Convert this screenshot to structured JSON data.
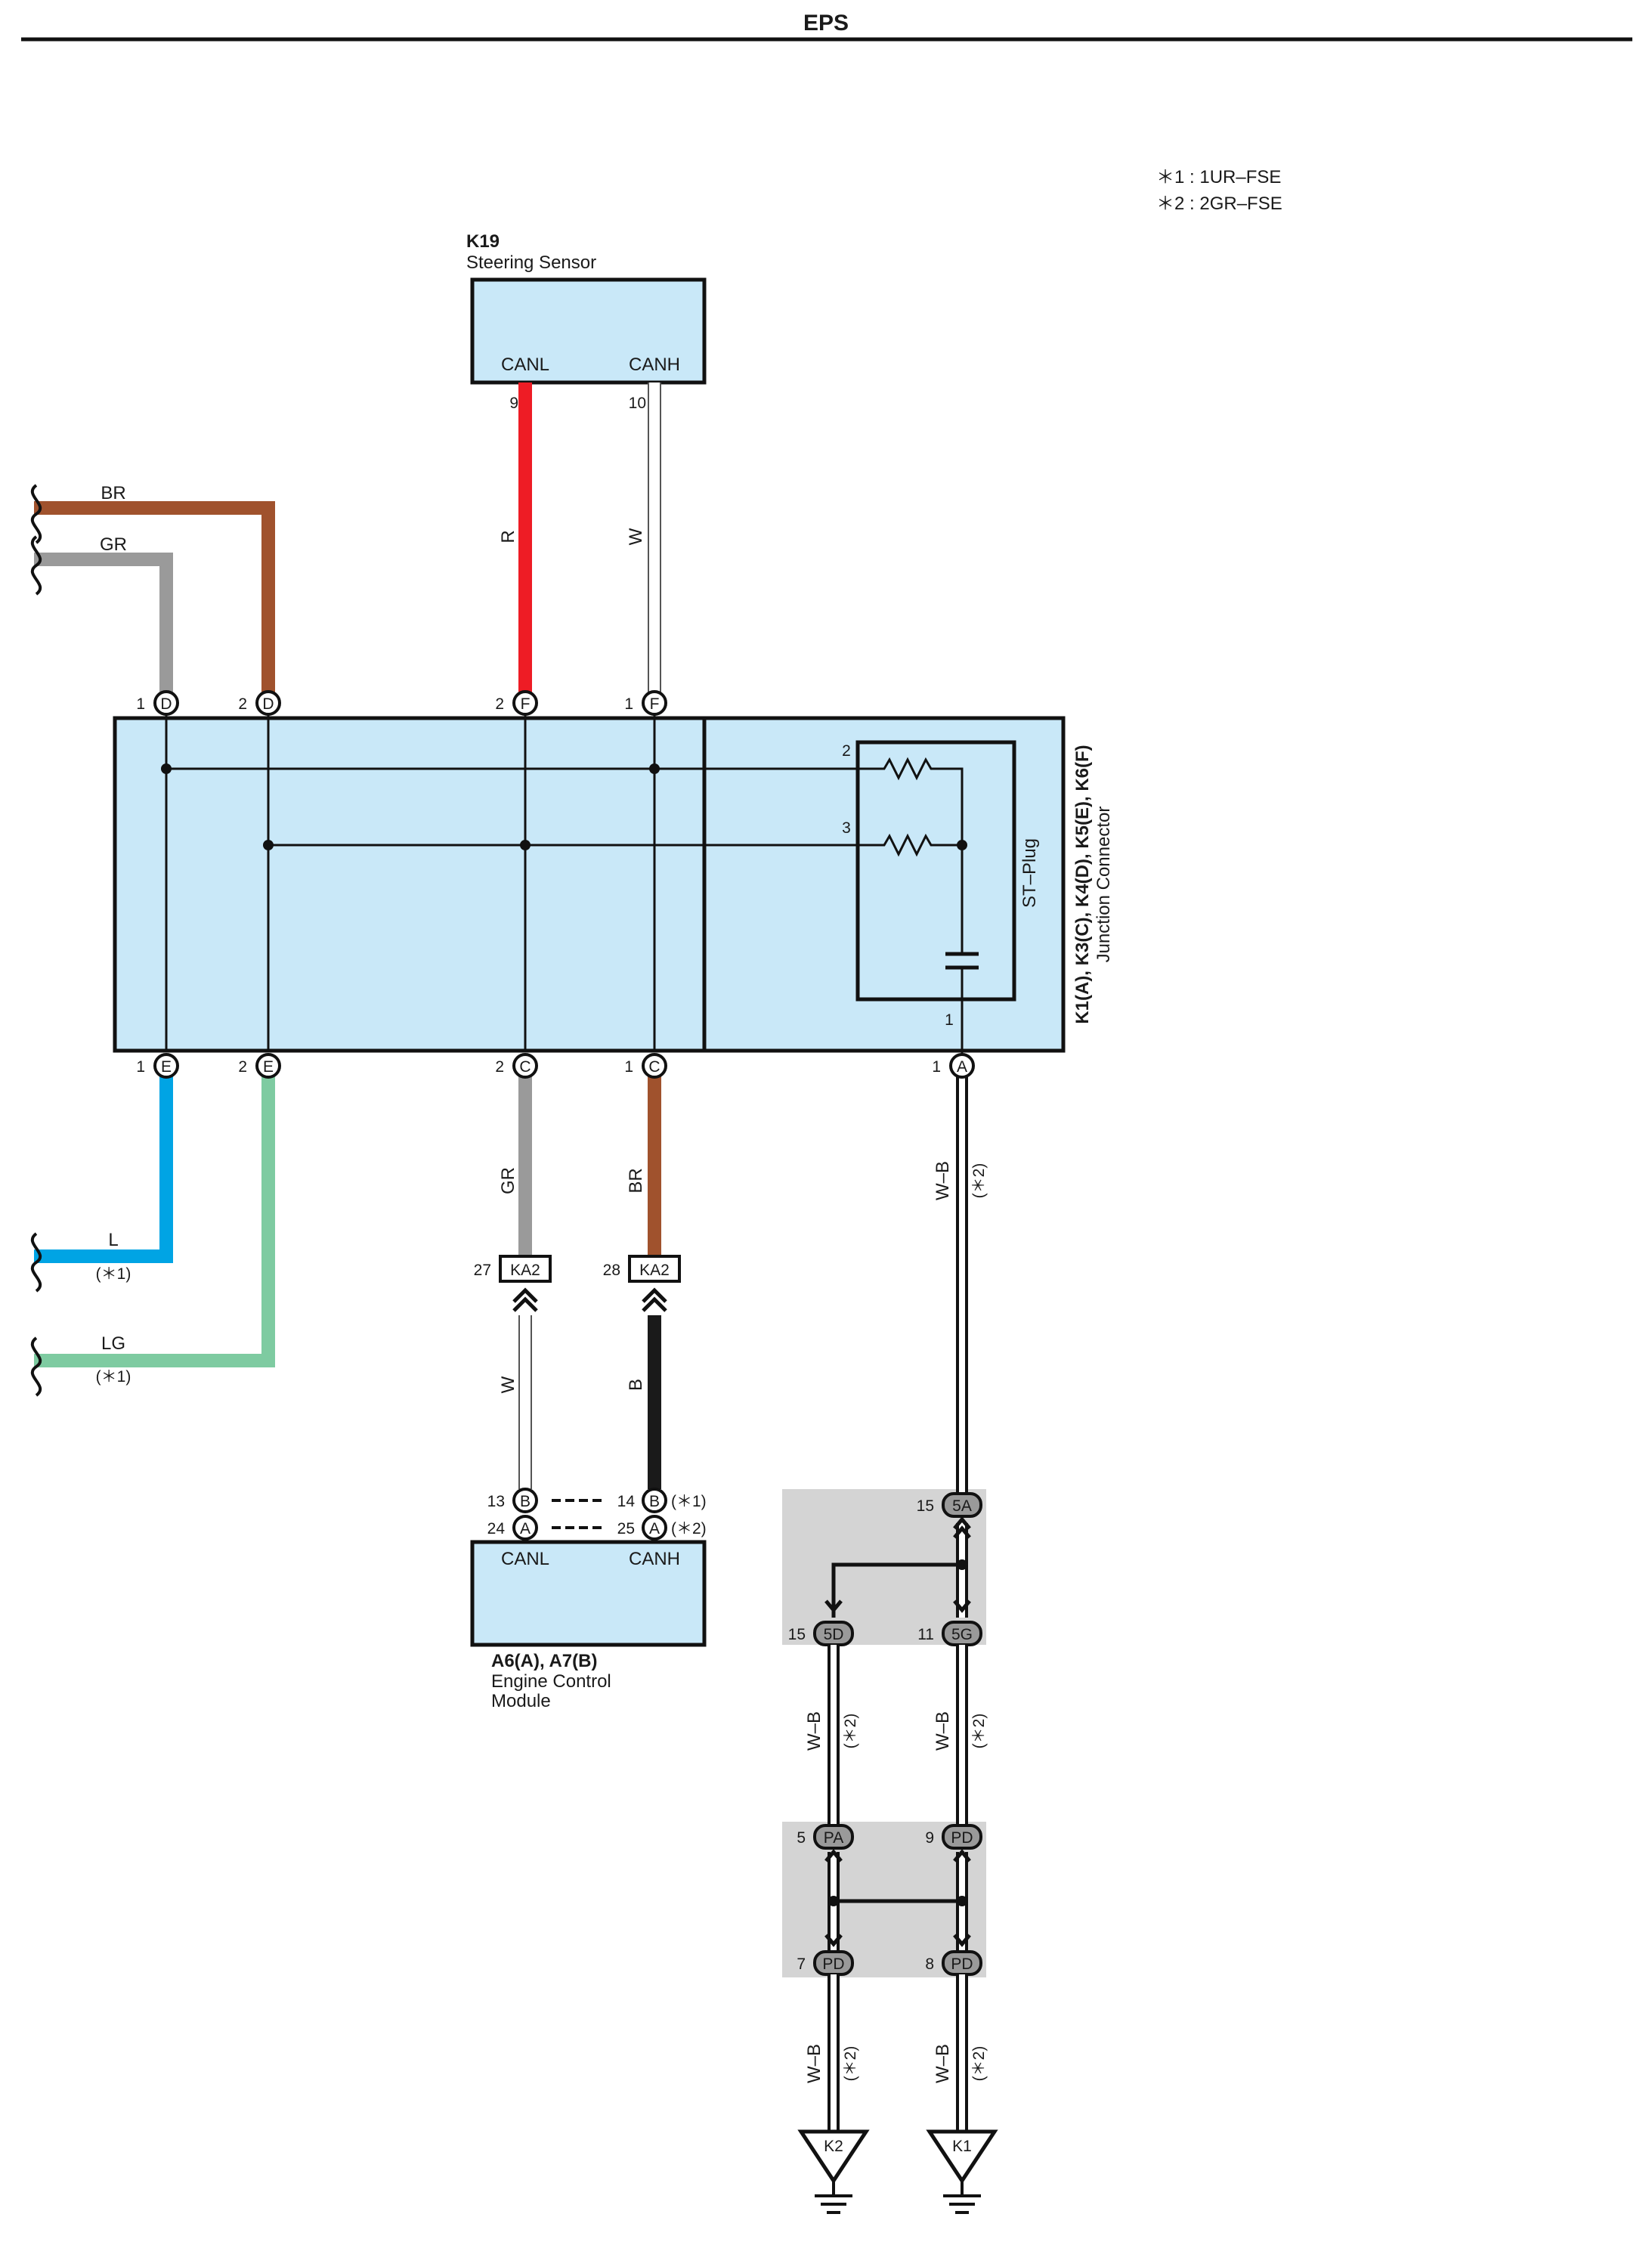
{
  "title": "EPS",
  "legend": [
    "＊1 : 1UR–FSE",
    "＊2 : 2GR–FSE"
  ],
  "colors": {
    "BR": "#a0522d",
    "GR": "#9a9a9a",
    "R": "#ee1c25",
    "W": "#ffffff",
    "L": "#00a4e4",
    "LG": "#7ecba1",
    "B": "#1a1a1a",
    "box_fill": "#c9e8f8",
    "shade": "#d4d4d4"
  },
  "steering_sensor": {
    "code": "K19",
    "name": "Steering Sensor",
    "canl_label": "CANL",
    "canh_label": "CANH",
    "canl_pin": "9",
    "canh_pin": "10",
    "canl_wire": "R",
    "canh_wire": "W"
  },
  "junction_connector": {
    "codes": "K1(A), K3(C), K4(D), K5(E), K6(F)",
    "name": "Junction Connector",
    "st_plug": "ST–Plug",
    "plug_pins": [
      "2",
      "3",
      "1"
    ],
    "top_pins": [
      {
        "num": "1",
        "letter": "D"
      },
      {
        "num": "2",
        "letter": "D"
      },
      {
        "num": "2",
        "letter": "F"
      },
      {
        "num": "1",
        "letter": "F"
      }
    ],
    "bottom_pins": [
      {
        "num": "1",
        "letter": "E"
      },
      {
        "num": "2",
        "letter": "E"
      },
      {
        "num": "2",
        "letter": "C"
      },
      {
        "num": "1",
        "letter": "C"
      },
      {
        "num": "1",
        "letter": "A"
      }
    ]
  },
  "left_wires": [
    {
      "color": "BR",
      "note": ""
    },
    {
      "color": "GR",
      "note": ""
    },
    {
      "color": "L",
      "note": "(＊1)"
    },
    {
      "color": "LG",
      "note": "(＊1)"
    }
  ],
  "can_wires": {
    "canl_upper": "GR",
    "canh_upper": "BR",
    "canl_lower": "W",
    "canh_lower": "B"
  },
  "ka2": [
    {
      "pin": "27",
      "code": "KA2"
    },
    {
      "pin": "28",
      "code": "KA2"
    }
  ],
  "ecm": {
    "codes": "A6(A), A7(B)",
    "name_line1": "Engine Control",
    "name_line2": "Module",
    "canl_label": "CANL",
    "canh_label": "CANH",
    "row1": {
      "left_pin": "13",
      "left_letter": "B",
      "right_pin": "14",
      "right_letter": "B",
      "note": "(＊1)"
    },
    "row2": {
      "left_pin": "24",
      "left_letter": "A",
      "right_pin": "25",
      "right_letter": "A",
      "note": "(＊2)"
    }
  },
  "ground_wire": {
    "color": "W–B",
    "note": "(＊2)"
  },
  "ground_connectors": {
    "c5a": {
      "pin": "15",
      "code": "5A"
    },
    "c5d": {
      "pin": "15",
      "code": "5D"
    },
    "c5g": {
      "pin": "11",
      "code": "5G"
    },
    "cpa": {
      "pin": "5",
      "code": "PA"
    },
    "cpd9": {
      "pin": "9",
      "code": "PD"
    },
    "cpd7": {
      "pin": "7",
      "code": "PD"
    },
    "cpd8": {
      "pin": "8",
      "code": "PD"
    }
  },
  "grounds": [
    "K2",
    "K1"
  ]
}
